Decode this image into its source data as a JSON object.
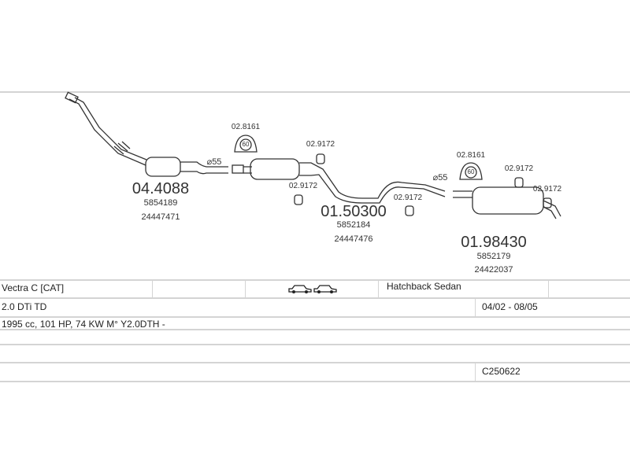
{
  "parts": [
    {
      "number": "04.4088",
      "oem": [
        "5854189",
        "24447471"
      ]
    },
    {
      "number": "01.50300",
      "oem": [
        "5852184",
        "24447476"
      ]
    },
    {
      "number": "01.98430",
      "oem": [
        "5852179",
        "24422037"
      ]
    }
  ],
  "accessories": {
    "clamp_1": "02.8161",
    "clamp_1_size": "60",
    "clamp_2": "02.8161",
    "clamp_2_size": "60",
    "hanger_a": "02.9172",
    "hanger_b": "02.9172",
    "hanger_c": "02.9172",
    "hanger_d": "02.9172",
    "hanger_e": "02.9172"
  },
  "diameters": {
    "d1": "⌀55",
    "d2": "⌀55"
  },
  "vehicle": {
    "model": "Vectra C  [CAT]",
    "body_type": "Hatchback Sedan",
    "engine": "2.0 DTi TD",
    "years": "04/02 - 08/05",
    "specs": "1995 cc, 101 HP, 74 KW M° Y2.0DTH -",
    "code": "C250622"
  }
}
